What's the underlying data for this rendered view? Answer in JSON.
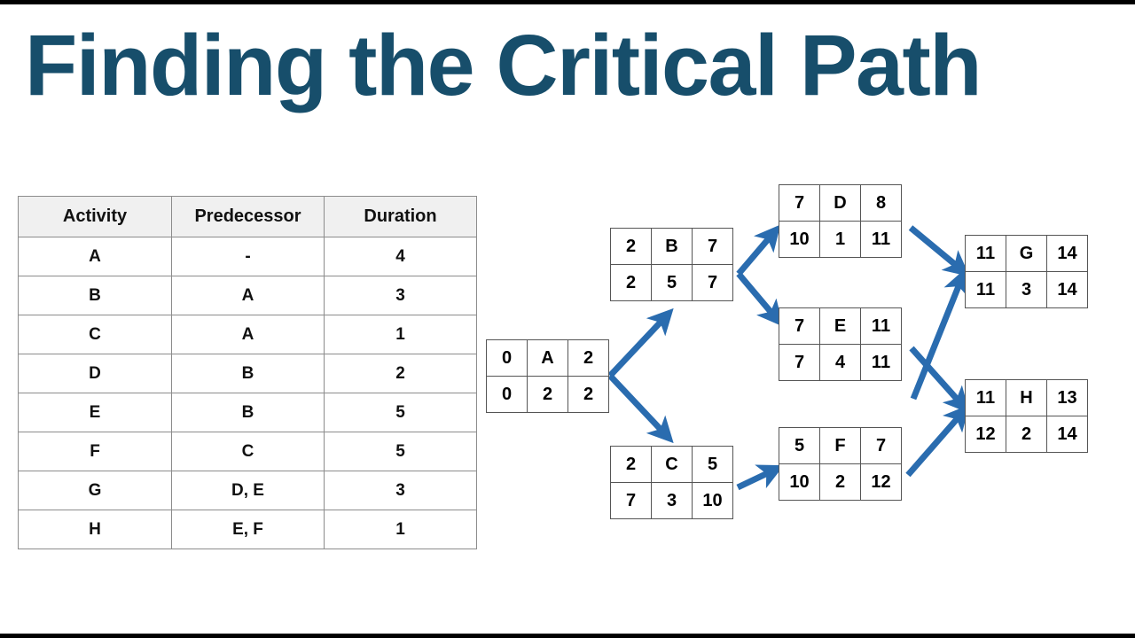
{
  "slide": {
    "title": "Finding the Critical Path",
    "title_color": "#174E6B",
    "background_color": "#FFFFFF",
    "arrow_color": "#2A6CAF",
    "node_border_color": "#555555",
    "table_header_background": "#F0F0F0"
  },
  "table": {
    "columns": [
      "Activity",
      "Predecessor",
      "Duration"
    ],
    "rows": [
      {
        "activity": "A",
        "predecessor": "-",
        "duration": "4"
      },
      {
        "activity": "B",
        "predecessor": "A",
        "duration": "3"
      },
      {
        "activity": "C",
        "predecessor": "A",
        "duration": "1"
      },
      {
        "activity": "D",
        "predecessor": "B",
        "duration": "2"
      },
      {
        "activity": "E",
        "predecessor": "B",
        "duration": "5"
      },
      {
        "activity": "F",
        "predecessor": "C",
        "duration": "5"
      },
      {
        "activity": "G",
        "predecessor": "D, E",
        "duration": "3"
      },
      {
        "activity": "H",
        "predecessor": "E, F",
        "duration": "1"
      }
    ]
  },
  "network": {
    "nodes": [
      {
        "id": "A",
        "label": "A",
        "es": "0",
        "ef": "2",
        "ls": "0",
        "duration": "2",
        "lf": "2"
      },
      {
        "id": "B",
        "label": "B",
        "es": "2",
        "ef": "7",
        "ls": "2",
        "duration": "5",
        "lf": "7"
      },
      {
        "id": "C",
        "label": "C",
        "es": "2",
        "ef": "5",
        "ls": "7",
        "duration": "3",
        "lf": "10"
      },
      {
        "id": "D",
        "label": "D",
        "es": "7",
        "ef": "8",
        "ls": "10",
        "duration": "1",
        "lf": "11"
      },
      {
        "id": "E",
        "label": "E",
        "es": "7",
        "ef": "11",
        "ls": "7",
        "duration": "4",
        "lf": "11"
      },
      {
        "id": "F",
        "label": "F",
        "es": "5",
        "ef": "7",
        "ls": "10",
        "duration": "2",
        "lf": "12"
      },
      {
        "id": "G",
        "label": "G",
        "es": "11",
        "ef": "14",
        "ls": "11",
        "duration": "3",
        "lf": "14"
      },
      {
        "id": "H",
        "label": "H",
        "es": "11",
        "ef": "13",
        "ls": "12",
        "duration": "2",
        "lf": "14"
      }
    ],
    "edges": [
      {
        "from": "A",
        "to": "B"
      },
      {
        "from": "A",
        "to": "C"
      },
      {
        "from": "B",
        "to": "D"
      },
      {
        "from": "B",
        "to": "E"
      },
      {
        "from": "C",
        "to": "F"
      },
      {
        "from": "D",
        "to": "G"
      },
      {
        "from": "E",
        "to": "G"
      },
      {
        "from": "E",
        "to": "H"
      },
      {
        "from": "F",
        "to": "H"
      }
    ]
  }
}
